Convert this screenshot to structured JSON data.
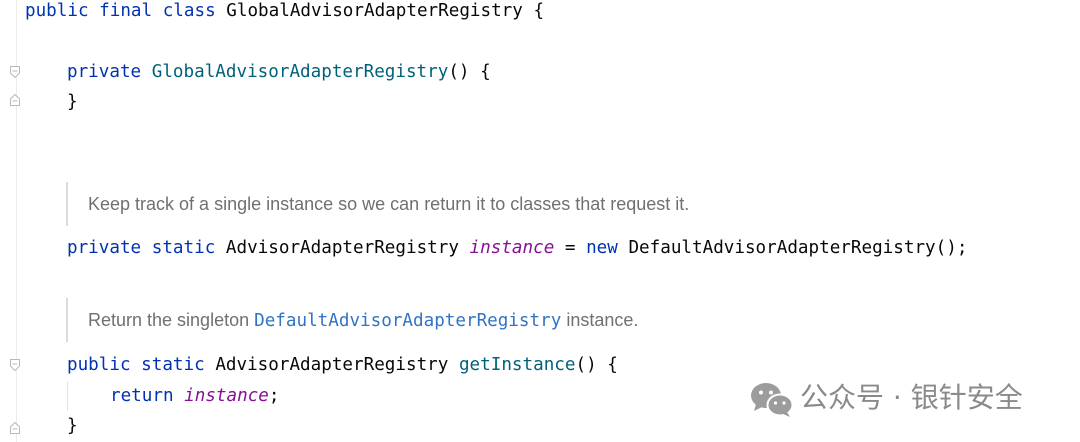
{
  "editor": {
    "theme": {
      "background": "#ffffff",
      "keyword": "#0033b3",
      "declaration": "#00627a",
      "static_field": "#871094",
      "plain": "#080808",
      "doc_text": "#707070",
      "doc_link": "#3173c4"
    },
    "gutter": {
      "fold_markers": [
        "fold-start-icon",
        "fold-end-icon",
        "fold-start-icon",
        "fold-end-icon"
      ]
    },
    "class_decl": {
      "kw_public": "public",
      "kw_final": "final",
      "kw_class": "class",
      "name": "GlobalAdvisorAdapterRegistry",
      "brace_open": "{"
    },
    "constructor": {
      "kw_private": "private",
      "name": "GlobalAdvisorAdapterRegistry",
      "signature_tail": "() {",
      "brace_close": "}"
    },
    "doc_instance": {
      "text": "Keep track of a single instance so we can return it to classes that request it."
    },
    "field_decl": {
      "kw_private": "private",
      "kw_static": "static",
      "type": "AdvisorAdapterRegistry",
      "name": "instance",
      "op_assign": "=",
      "kw_new": "new",
      "initializer": "DefaultAdvisorAdapterRegistry();"
    },
    "doc_get_instance": {
      "text_before": "Return the singleton",
      "link": "DefaultAdvisorAdapterRegistry",
      "text_after": "instance."
    },
    "method_decl": {
      "kw_public": "public",
      "kw_static": "static",
      "return_type": "AdvisorAdapterRegistry",
      "name": "getInstance",
      "signature_tail": "() {",
      "kw_return": "return",
      "return_value": "instance",
      "semicolon": ";",
      "brace_close": "}"
    }
  },
  "watermark": {
    "icon": "wechat-icon",
    "text": "公众号 · 银针安全"
  }
}
